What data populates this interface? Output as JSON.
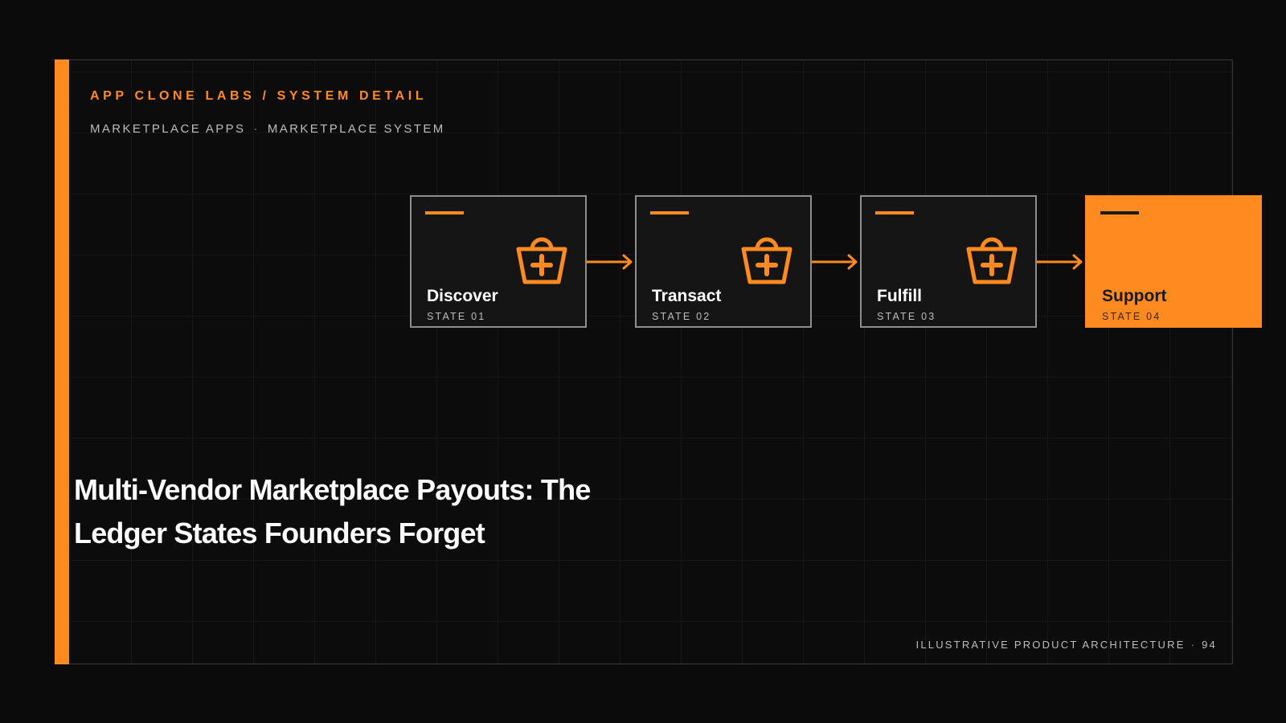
{
  "header": {
    "kicker": "APP CLONE LABS / SYSTEM DETAIL",
    "subkicker_left": "MARKETPLACE APPS",
    "subkicker_separator": "·",
    "subkicker_right": "MARKETPLACE SYSTEM"
  },
  "flow": {
    "nodes": [
      {
        "title": "Discover",
        "state": "STATE 01",
        "icon": "basket-plus-icon",
        "active": false
      },
      {
        "title": "Transact",
        "state": "STATE 02",
        "icon": "basket-plus-icon",
        "active": false
      },
      {
        "title": "Fulfill",
        "state": "STATE 03",
        "icon": "basket-plus-icon",
        "active": false
      },
      {
        "title": "Support",
        "state": "STATE 04",
        "icon": "none",
        "active": true
      }
    ]
  },
  "headline": "Multi-Vendor Marketplace Payouts: The Ledger States Founders Forget",
  "footer": {
    "label": "ILLUSTRATIVE PRODUCT ARCHITECTURE",
    "separator": "·",
    "page_number": "94"
  },
  "colors": {
    "background": "#0b0b0b",
    "accent": "#ff8a1f",
    "node_border": "#8e8e8e",
    "text_primary": "#ffffff",
    "text_secondary": "#bdbdbd"
  }
}
